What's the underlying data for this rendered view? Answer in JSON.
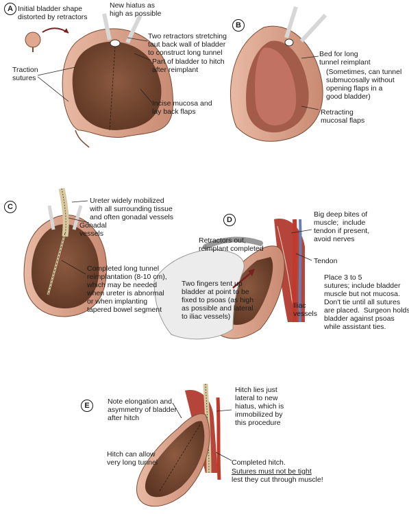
{
  "colors": {
    "bladder_outer": "#d9a08a",
    "bladder_inner": "#7a4a34",
    "bladder_rim": "#c98a72",
    "muscle": "#b5453a",
    "ureter": "#d8c9a0",
    "vessel_red": "#c0392b",
    "glove": "#ececec",
    "line": "#222222"
  },
  "panels": {
    "a": {
      "letter": "A",
      "initial_shape": "Initial bladder shape\ndistorted by retractors",
      "new_hiatus": "New hiatus as\nhigh as possible",
      "two_retractors": "Two retractors stretching\ntaut back wall of bladder\nto construct long tunnel",
      "traction_sutures": "Traction\nsutures",
      "part_to_hitch": "Part of bladder to hitch\nafter reimplant",
      "incise_mucosa": "Incise mucosa and\nlay back flaps"
    },
    "b": {
      "letter": "B",
      "bed_for_tunnel": "Bed for long\ntunnel reimplant",
      "sometimes_note": "(Sometimes, can tunnel\nsubmucosally without\nopening flaps in a\ngood bladder)",
      "retracting_flaps": "Retracting\nmucosal flaps"
    },
    "c": {
      "letter": "C",
      "ureter_mobilized": "Ureter widely mobilized\nwith all surrounding tissue\nand often gonadal vessels",
      "gonadal_vessels": "Gonadal\nvessels",
      "completed_tunnel": "Completed long tunnel\nreimplantation (8-10 cm),\nwhich may be needed\nwhen ureter is abnormal\nor when implanting\ntapered bowel segment"
    },
    "d": {
      "letter": "D",
      "big_deep_bites": "Big deep bites of\nmuscle;  include\ntendon if present,\navoid nerves",
      "retractors_out": "Retractors out,\nreimplant completed",
      "tendon": "Tendon",
      "two_fingers": "Two fingers tent up\nbladder at point to be\nfixed to psoas (as high\nas possible and lateral\nto iliac vessels)",
      "iliac_vessels": "Iliac\nvessels",
      "place_sutures": "Place 3 to 5\nsutures; include bladder\nmuscle but not mucosa.\nDon't tie until all sutures\nare placed.  Surgeon holds\nbladder against psoas\nwhile assistant ties."
    },
    "e": {
      "letter": "E",
      "note_elongation": "Note elongation and\nasymmetry of bladder\nafter hitch",
      "hitch_lies": "Hitch lies just\nlateral to new\nhiatus, which is\nimmobilized by\nthis procedure",
      "hitch_allow": "Hitch can allow\nvery long tunnel",
      "completed_hitch": "Completed hitch.",
      "sutures_warning": "Sutures must not be tight",
      "cut_warning": "lest they cut through muscle!"
    }
  }
}
